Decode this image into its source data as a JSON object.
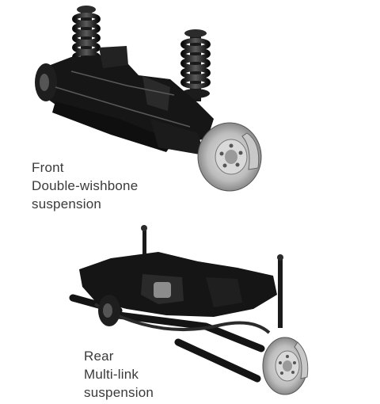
{
  "front": {
    "lines": [
      "Front",
      "Double-wishbone",
      "suspension"
    ]
  },
  "rear": {
    "lines": [
      "Rear",
      "Multi-link",
      "suspension"
    ]
  },
  "colors": {
    "background": "#ffffff",
    "text": "#3a3a3a",
    "metal_dark": "#141414",
    "metal_mid": "#2b2b2b",
    "rotor": "#b8b8b8",
    "hub": "#d9d9d9"
  }
}
